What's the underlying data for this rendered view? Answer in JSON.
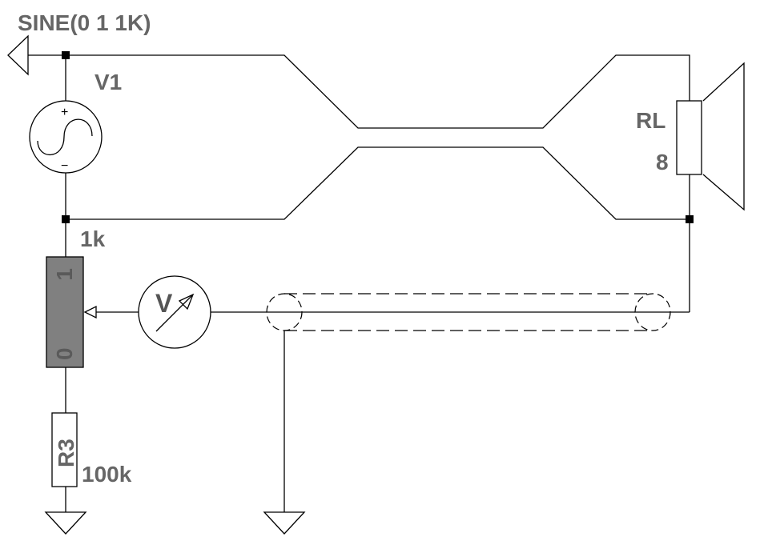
{
  "source": {
    "name": "V1",
    "value": "SINE(0 1 1K)",
    "plus": "+",
    "minus": "−"
  },
  "potentiometer": {
    "value": "1k",
    "pin_top": "1",
    "pin_bottom": "0",
    "fill_color": "#808080"
  },
  "load": {
    "name": "RL",
    "value": "8"
  },
  "resistor": {
    "name": "R3",
    "value": "100k"
  },
  "voltmeter": {
    "symbol": "V"
  },
  "colors": {
    "label": "#666666",
    "wire": "#000000"
  }
}
